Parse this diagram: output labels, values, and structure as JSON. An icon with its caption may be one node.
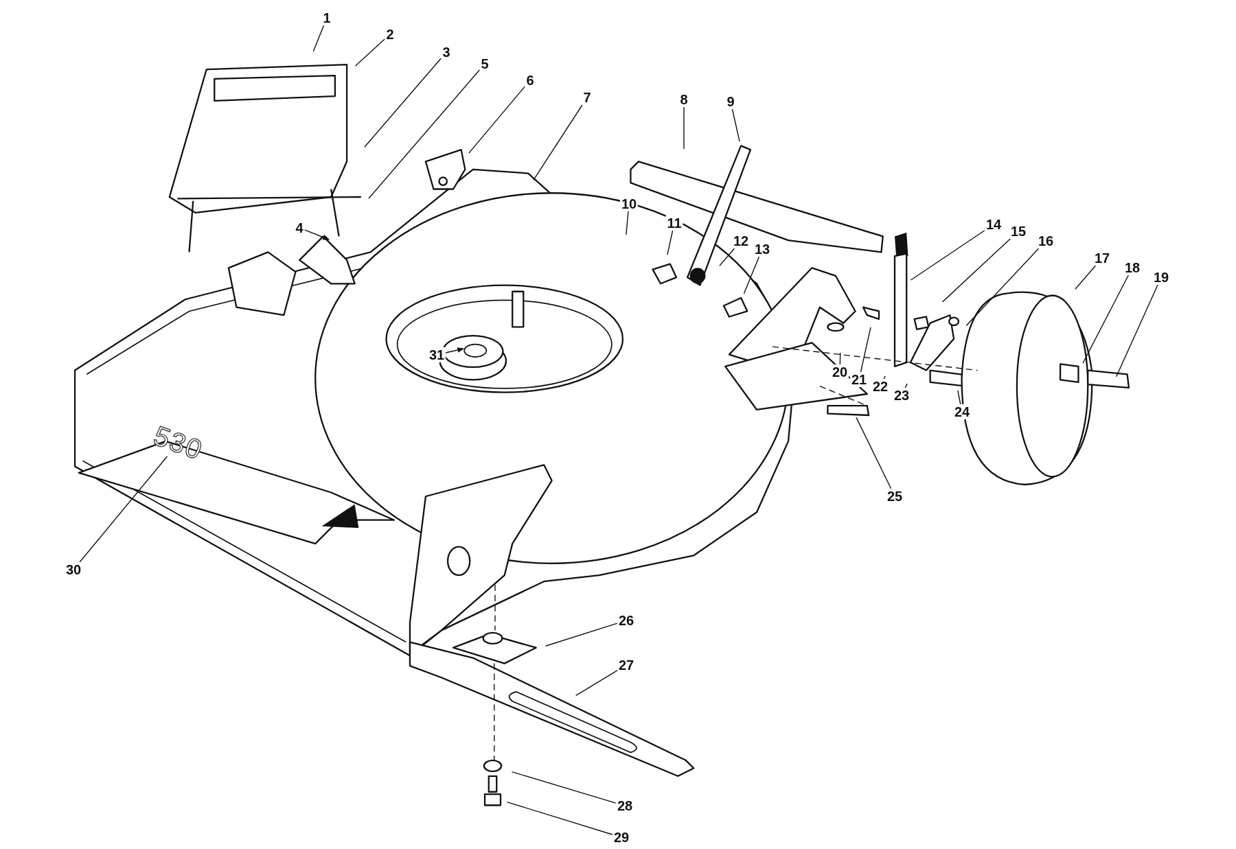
{
  "diagram": {
    "nodes": [
      {
        "text": [
          "1"
        ]
      },
      {
        "text": [
          "2"
        ]
      },
      {
        "text": [
          "3"
        ]
      },
      {
        "text": [
          "4"
        ]
      },
      {
        "text": [
          "5"
        ]
      },
      {
        "text": [
          "6"
        ]
      },
      {
        "text": [
          "7"
        ]
      },
      {
        "text": [
          "8"
        ]
      },
      {
        "text": [
          "9"
        ]
      },
      {
        "text": [
          "10"
        ]
      },
      {
        "text": [
          "11"
        ]
      },
      {
        "text": [
          "12"
        ]
      },
      {
        "text": [
          "13"
        ]
      },
      {
        "text": [
          "14"
        ]
      },
      {
        "text": [
          "15"
        ]
      },
      {
        "text": [
          "16"
        ]
      },
      {
        "text": [
          "17"
        ]
      },
      {
        "text": [
          "18"
        ]
      },
      {
        "text": [
          "19"
        ]
      },
      {
        "text": [
          "20"
        ]
      },
      {
        "text": [
          "21"
        ]
      },
      {
        "text": [
          "22"
        ]
      },
      {
        "text": [
          "23"
        ]
      },
      {
        "text": [
          "24"
        ]
      },
      {
        "text": [
          "25"
        ]
      },
      {
        "text": [
          "26"
        ]
      },
      {
        "text": [
          "27"
        ]
      },
      {
        "text": [
          "28"
        ]
      },
      {
        "text": [
          "29"
        ]
      },
      {
        "text": [
          "30"
        ]
      },
      {
        "text": [
          "31"
        ]
      },
      {
        "text": [
          "530"
        ]
      }
    ],
    "edges": [
      {
        "from": 0,
        "to": null,
        "arrow": "none"
      },
      {
        "from": 1,
        "to": null,
        "arrow": "none"
      },
      {
        "from": 2,
        "to": null,
        "arrow": "none"
      },
      {
        "from": 3,
        "to": null,
        "arrow": "to"
      },
      {
        "from": 4,
        "to": null,
        "arrow": "none"
      },
      {
        "from": 5,
        "to": null,
        "arrow": "none"
      },
      {
        "from": 6,
        "to": null,
        "arrow": "none"
      },
      {
        "from": 7,
        "to": null,
        "arrow": "none"
      },
      {
        "from": 8,
        "to": null,
        "arrow": "none"
      },
      {
        "from": 9,
        "to": null,
        "arrow": "none"
      },
      {
        "from": 10,
        "to": null,
        "arrow": "none"
      },
      {
        "from": 11,
        "to": null,
        "arrow": "none"
      },
      {
        "from": 12,
        "to": null,
        "arrow": "none"
      },
      {
        "from": 13,
        "to": null,
        "arrow": "none"
      },
      {
        "from": 14,
        "to": null,
        "arrow": "none"
      },
      {
        "from": 15,
        "to": null,
        "arrow": "none"
      },
      {
        "from": 16,
        "to": null,
        "arrow": "none"
      },
      {
        "from": 17,
        "to": null,
        "arrow": "none"
      },
      {
        "from": 18,
        "to": null,
        "arrow": "none"
      },
      {
        "from": 19,
        "to": null,
        "arrow": "none"
      },
      {
        "from": 20,
        "to": null,
        "arrow": "none"
      },
      {
        "from": 21,
        "to": null,
        "arrow": "none"
      },
      {
        "from": 22,
        "to": null,
        "arrow": "none"
      },
      {
        "from": 23,
        "to": null,
        "arrow": "none"
      },
      {
        "from": 24,
        "to": null,
        "arrow": "none"
      },
      {
        "from": 25,
        "to": null,
        "arrow": "none"
      },
      {
        "from": 26,
        "to": null,
        "arrow": "none"
      },
      {
        "from": 27,
        "to": null,
        "arrow": "none"
      },
      {
        "from": 28,
        "to": null,
        "arrow": "none"
      },
      {
        "from": 29,
        "to": 31,
        "arrow": "none"
      },
      {
        "from": 30,
        "to": null,
        "arrow": "to"
      }
    ]
  }
}
